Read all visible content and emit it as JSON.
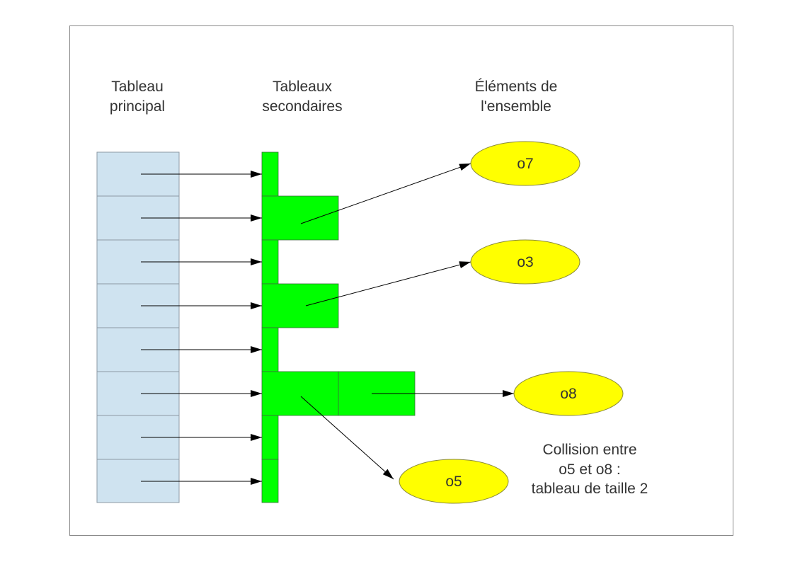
{
  "headers": {
    "main_line1": "Tableau",
    "main_line2": "principal",
    "secondary_line1": "Tableaux",
    "secondary_line2": "secondaires",
    "elements_line1": "Éléments de",
    "elements_line2": "l'ensemble"
  },
  "elements": {
    "o7": "o7",
    "o3": "o3",
    "o8": "o8",
    "o5": "o5"
  },
  "note": {
    "line1": "Collision entre",
    "line2": "o5 et o8 :",
    "line3": "tableau de taille 2"
  },
  "colors": {
    "main_cell": "#cfe3f0",
    "secondary": "#00ff00",
    "element": "#ffff00",
    "frame": "#8a8a8a"
  }
}
